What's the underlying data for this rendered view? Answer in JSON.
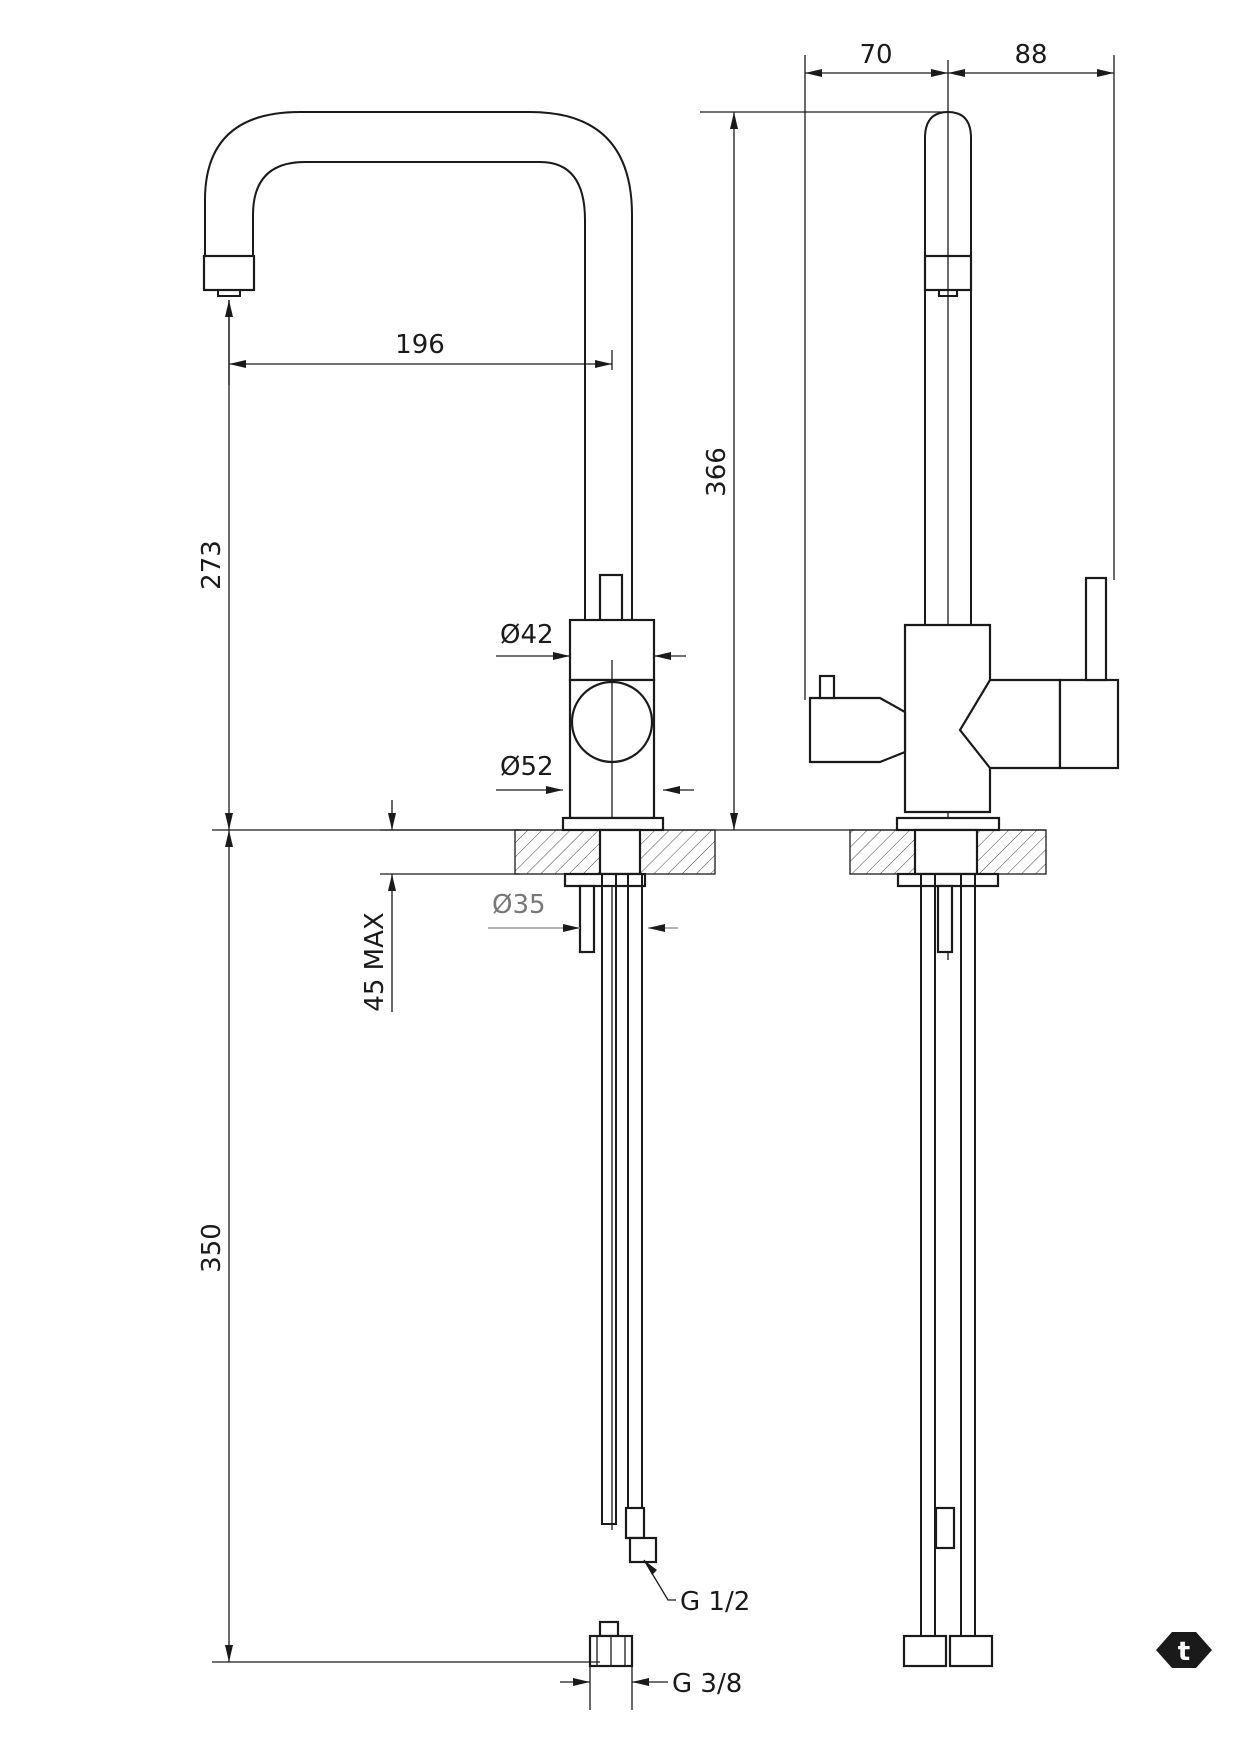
{
  "dimensions": {
    "spout_reach": "196",
    "height_from_deck_to_spout": "273",
    "overall_height": "366",
    "offset_left": "70",
    "offset_right": "88",
    "diameter_upper_body": "Ø42",
    "diameter_lower_body": "Ø52",
    "diameter_mounting_hole": "Ø35",
    "max_deck_thickness": "45 MAX",
    "hose_length": "350"
  },
  "connections": {
    "upper_connection": "G 1/2",
    "lower_connection": "G 3/8"
  },
  "logo": {
    "mark": "t"
  }
}
